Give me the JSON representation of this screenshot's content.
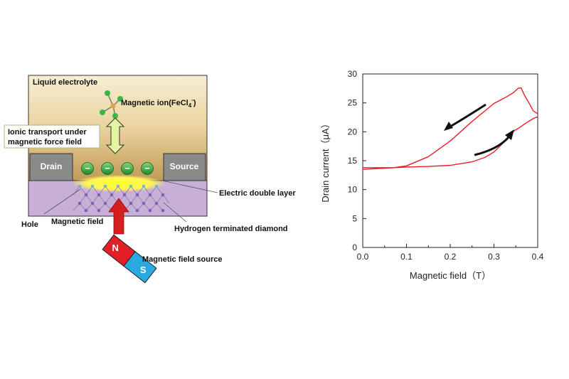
{
  "diagram": {
    "electrolyte_label": "Liquid electrolyte",
    "magnetic_ion_label": "Magnetic ion(FeCl",
    "magnetic_ion_sub": "4",
    "magnetic_ion_sup": "-",
    "magnetic_ion_close": ")",
    "transport_line1": "Ionic transport under",
    "transport_line2": "magnetic force field",
    "drain_label": "Drain",
    "source_label": "Source",
    "edl_label": "Electric double layer",
    "hole_label": "Hole",
    "magnetic_field_label": "Magnetic field",
    "diamond_label": "Hydrogen terminated diamond",
    "source_magnet_label": "Magnetic field source",
    "magnet_n": "N",
    "magnet_s": "S",
    "ion_sign": "−",
    "colors": {
      "electrolyte_top": "#f6ecce",
      "electrolyte_bottom": "#cba86a",
      "diamond": "#c9aed8",
      "electrode": "#8c8c8c",
      "edl_glow": "#ffff33",
      "ion": "#3bb54a",
      "arrow_up": "#d21c1c",
      "magnet_n": "#e21f26",
      "magnet_s": "#2aa8e0",
      "transport_arrow": "#e3f29a"
    }
  },
  "chart_data": {
    "type": "line",
    "title": "",
    "xlabel": "Magnetic field（T）",
    "ylabel": "Drain current（μA）",
    "xlim": [
      0,
      0.4
    ],
    "ylim": [
      0,
      30
    ],
    "xticks": [
      "0.0",
      "0.1",
      "0.2",
      "0.3",
      "0.4"
    ],
    "yticks": [
      "0",
      "5",
      "10",
      "15",
      "20",
      "25",
      "30"
    ],
    "color": "#ee1c25",
    "series": [
      {
        "x": [
          0.0,
          0.05,
          0.1,
          0.15,
          0.2,
          0.25,
          0.28,
          0.3,
          0.32,
          0.335,
          0.345,
          0.36,
          0.375,
          0.39,
          0.4
        ],
        "y": [
          13.5,
          13.7,
          13.9,
          14.0,
          14.2,
          14.8,
          15.6,
          16.5,
          18.0,
          19.3,
          20.1,
          20.8,
          21.6,
          22.3,
          22.6
        ]
      },
      {
        "x": [
          0.4,
          0.39,
          0.38,
          0.37,
          0.362,
          0.355,
          0.345,
          0.33,
          0.3,
          0.25,
          0.2,
          0.15,
          0.1,
          0.07,
          0.05,
          0.0
        ],
        "y": [
          23.1,
          23.6,
          25.0,
          26.3,
          27.6,
          27.5,
          26.8,
          26.1,
          24.9,
          21.8,
          18.4,
          15.7,
          14.1,
          13.8,
          13.8,
          13.8
        ]
      }
    ],
    "annotation_arrows": [
      "decreasing",
      "increasing"
    ],
    "grid": false,
    "legend": "none"
  }
}
